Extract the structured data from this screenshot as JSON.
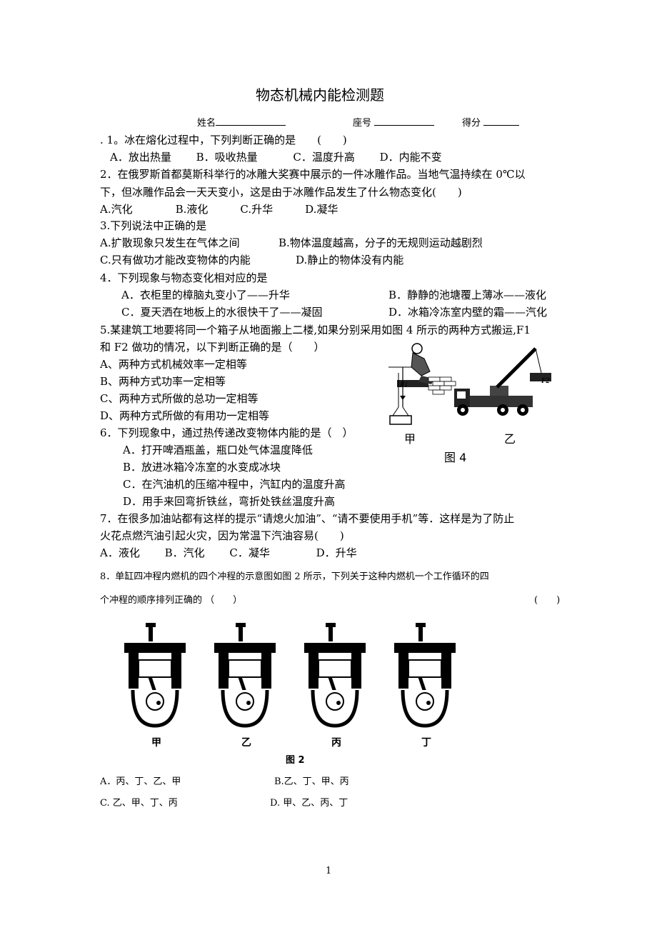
{
  "title": "物态机械内能检测题",
  "header": {
    "name_label": "姓名",
    "seat_label": "座号",
    "score_label": "得分"
  },
  "q1": {
    "stem": ". 1。冰在熔化过程中，下列判断正确的是　　(　　)",
    "options": "A．放出热量　　 B．吸收热量　　　 C．温度升高　　 D．内能不变"
  },
  "q2": {
    "line1": "2．在俄罗斯首都莫斯科举行的冰雕大奖赛中展示的一件冰雕作品。当地气温持续在 0℃以",
    "line2": "下，但冰雕作品会一天天变小，这是由于冰雕作品发生了什么物态变化(　　)",
    "options": "A.汽化　　　　B.液化　　　C.升华　　　D.凝华"
  },
  "q3": {
    "stem": "3.下列说法中正确的是",
    "optA": "A.扩散现象只发生在气体之间",
    "optB": "B.物体温度越高，分子的无规则运动越剧烈",
    "optC": "C.只有做功才能改变物体的内能",
    "optD": "D.静止的物体没有内能"
  },
  "q4": {
    "stem": "4．下列现象与物态变化相对应的是",
    "optA": "A．衣柜里的樟脑丸变小了——升华",
    "optB": "B．静静的池塘覆上薄冰——液化",
    "optC": "C．夏天洒在地板上的水很快干了——凝固",
    "optD": "D．冰箱冷冻室内壁的霜——汽化"
  },
  "q5": {
    "line1": "5.某建筑工地要将同一个箱子从地面搬上二楼,如果分别采用如图 4 所示的两种方式搬运,F1",
    "line2": "和 F2 做功的情况，以下判断正确的是（　　）",
    "optA": "A、两种方式机械效率一定相等",
    "optB": "B、两种方式功率一定相等",
    "optC": "C、两种方式所做的总功一定相等",
    "optD": "D、两种方式所做的有用功一定相等",
    "figure": {
      "label_jia": "甲",
      "label_yi": "乙",
      "caption": "图 4",
      "f1": "F1",
      "f2": "F2"
    }
  },
  "q6": {
    "stem": "6．下列现象中，通过热传递改变物体内能的是（　）",
    "optA": "A．打开啤酒瓶盖，瓶口处气体温度降低",
    "optB": "B．放进冰箱冷冻室的水变成冰块",
    "optC": "C．在汽油机的压缩冲程中，汽缸内的温度升高",
    "optD": "D．用手来回弯折铁丝，弯折处铁丝温度升高"
  },
  "q7": {
    "line1": "7．在很多加油站都有这样的提示“请熄火加油”、“请不要使用手机”等．这样是为了防止",
    "line2": "火花点燃汽油引起火灾，因为常温下汽油容易(　　)",
    "options": "A．液化　　 B．汽化　　 C．凝华　　　　 D．升华"
  },
  "q8": {
    "line1": "8．单缸四冲程内燃机的四个冲程的示意图如图 2 所示，下列关于这种内燃机一个工作循环的四",
    "line2": "个冲程的顺序排列正确的 （　　）",
    "bracket": "(　　)",
    "figure": {
      "labels": [
        "甲",
        "乙",
        "丙",
        "丁"
      ],
      "caption": "图 2"
    },
    "optA": "A．丙、丁、乙、甲",
    "optB": "B.乙、丁、甲、丙",
    "optC": "C. 乙、甲、丁、丙",
    "optD": "D. 甲、乙、丙、丁"
  },
  "page_number": "1"
}
